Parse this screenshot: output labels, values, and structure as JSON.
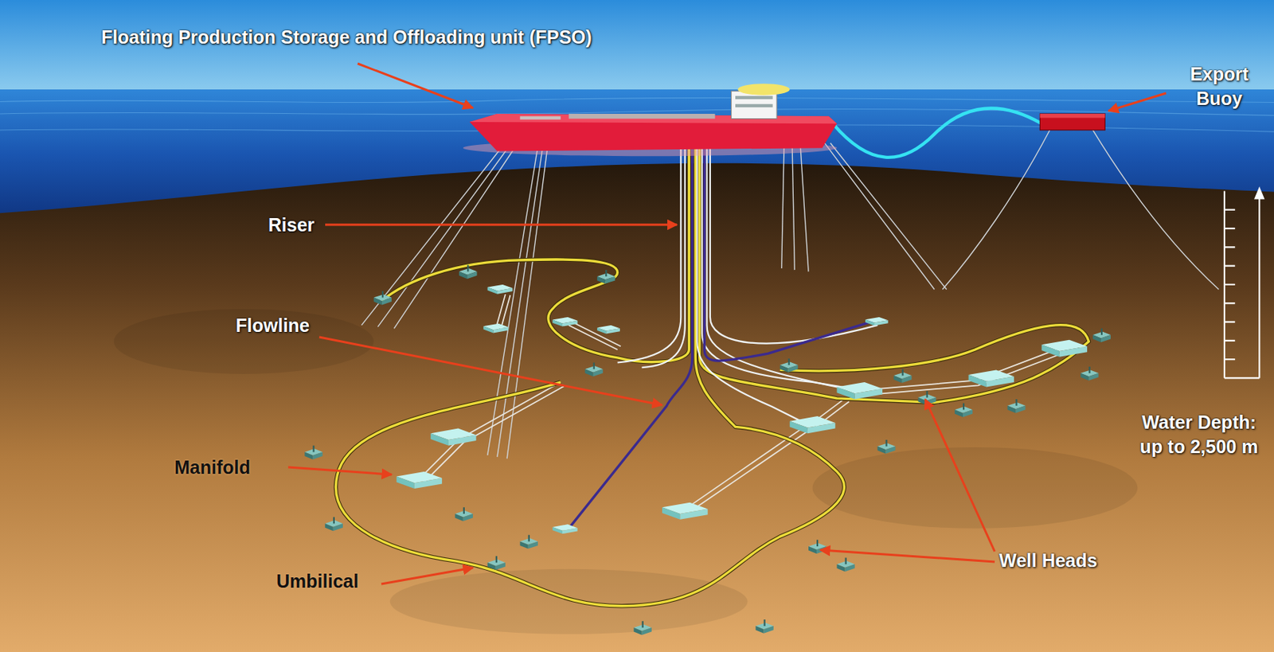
{
  "diagram": {
    "labels": [
      "Floating Production Storage and Offloading unit (FPSO)",
      "Export Buoy",
      "Riser",
      "Flowline",
      "Manifold",
      "Umbilical",
      "Well Heads",
      "Water Depth: up to 2,500 m"
    ]
  }
}
